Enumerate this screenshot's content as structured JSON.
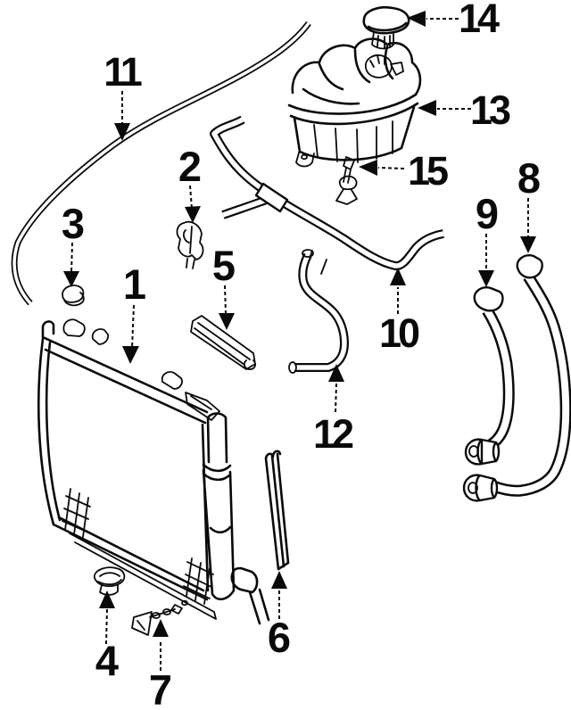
{
  "figure": {
    "background_color": "#ffffff",
    "line_color": "#0a0a0a",
    "callouts": [
      {
        "label": "1"
      },
      {
        "label": "2"
      },
      {
        "label": "3"
      },
      {
        "label": "4"
      },
      {
        "label": "5"
      },
      {
        "label": "6"
      },
      {
        "label": "7"
      },
      {
        "label": "8"
      },
      {
        "label": "9"
      },
      {
        "label": "10"
      },
      {
        "label": "11"
      },
      {
        "label": "12"
      },
      {
        "label": "13"
      },
      {
        "label": "14"
      },
      {
        "label": "15"
      }
    ]
  }
}
